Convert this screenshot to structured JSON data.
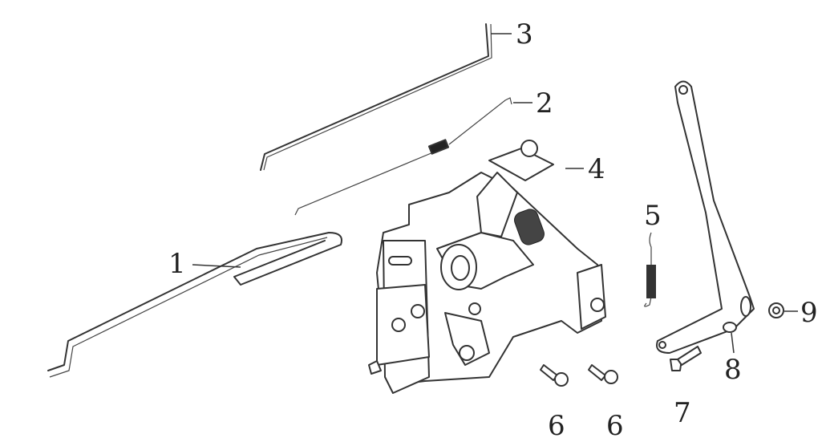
{
  "diagram": {
    "callouts": [
      {
        "id": "part-1",
        "label": "1"
      },
      {
        "id": "part-2",
        "label": "2"
      },
      {
        "id": "part-3",
        "label": "3"
      },
      {
        "id": "part-4",
        "label": "4"
      },
      {
        "id": "part-5",
        "label": "5"
      },
      {
        "id": "part-6a",
        "label": "6"
      },
      {
        "id": "part-6b",
        "label": "6"
      },
      {
        "id": "part-7",
        "label": "7"
      },
      {
        "id": "part-8",
        "label": "8"
      },
      {
        "id": "part-9",
        "label": "9"
      }
    ]
  }
}
